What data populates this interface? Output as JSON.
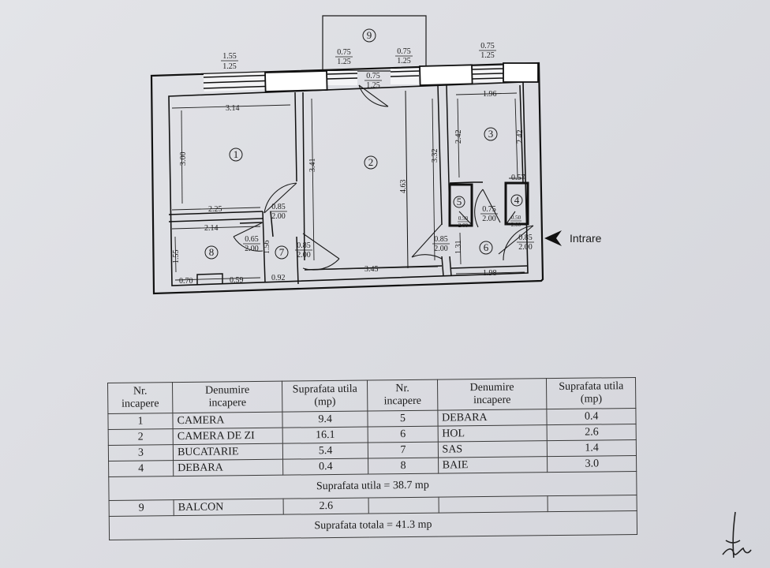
{
  "plan": {
    "room_numbers": [
      "1",
      "2",
      "3",
      "4",
      "5",
      "6",
      "7",
      "8",
      "9"
    ],
    "dims": {
      "top_left_window_num": "1.55",
      "top_left_window_den": "1.25",
      "balcony_left_num": "0.75",
      "balcony_left_den": "1.25",
      "balcony_right_num": "0.75",
      "balcony_right_den": "1.25",
      "balcony_door_num": "0.75",
      "balcony_door_den": "1.25",
      "top_right_window_num": "0.75",
      "top_right_window_den": "1.25",
      "room1_width": "3.14",
      "room1_height": "3.00",
      "room1_bottom": "2.25",
      "room2_left": "3.41",
      "room2_center": "4.63",
      "room2_right": "3.32",
      "room2_bottom": "3.45",
      "room3_top": "1.96",
      "room3_left": "2.42",
      "room3_right": "2.42",
      "room4_width": "0.57",
      "room8_top": "2.14",
      "room8_left": "1.55",
      "room8_bl": "0.70",
      "room8_br": "0.59",
      "room7_bottom": "0.92",
      "room7_height": "1.56",
      "hall_height": "1.31",
      "hall_bottom": "1.98",
      "door1_num": "0.85",
      "door1_den": "2.00",
      "door8_num": "0.65",
      "door8_den": "2.00",
      "door7_num": "0.85",
      "door7_den": "2.00",
      "door_hall_num": "0.85",
      "door_hall_den": "2.00",
      "door3_num": "0.75",
      "door3_den": "2.00",
      "door5_num": "0.50",
      "door5_den": "2.00",
      "door4_num": "0.50",
      "door4_den": "2.00",
      "door_entry_num": "0.85",
      "door_entry_den": "2.00"
    },
    "entry_label": "Intrare"
  },
  "table": {
    "headers": [
      "Nr.\nincapere",
      "Denumire\nincapere",
      "Suprafata utila\n(mp)",
      "Nr.\nincapere",
      "Denumire\nincapere",
      "Suprafata utila\n(mp)"
    ],
    "rows": [
      [
        "1",
        "CAMERA",
        "9.4",
        "5",
        "DEBARA",
        "0.4"
      ],
      [
        "2",
        "CAMERA DE ZI",
        "16.1",
        "6",
        "HOL",
        "2.6"
      ],
      [
        "3",
        "BUCATARIE",
        "5.4",
        "7",
        "SAS",
        "1.4"
      ],
      [
        "4",
        "DEBARA",
        "0.4",
        "8",
        "BAIE",
        "3.0"
      ]
    ],
    "useful_area": "Suprafata utila = 38.7 mp",
    "balcony_row": [
      "9",
      "BALCON",
      "2.6",
      "",
      "",
      ""
    ],
    "total_area": "Suprafata totala = 41.3 mp"
  }
}
